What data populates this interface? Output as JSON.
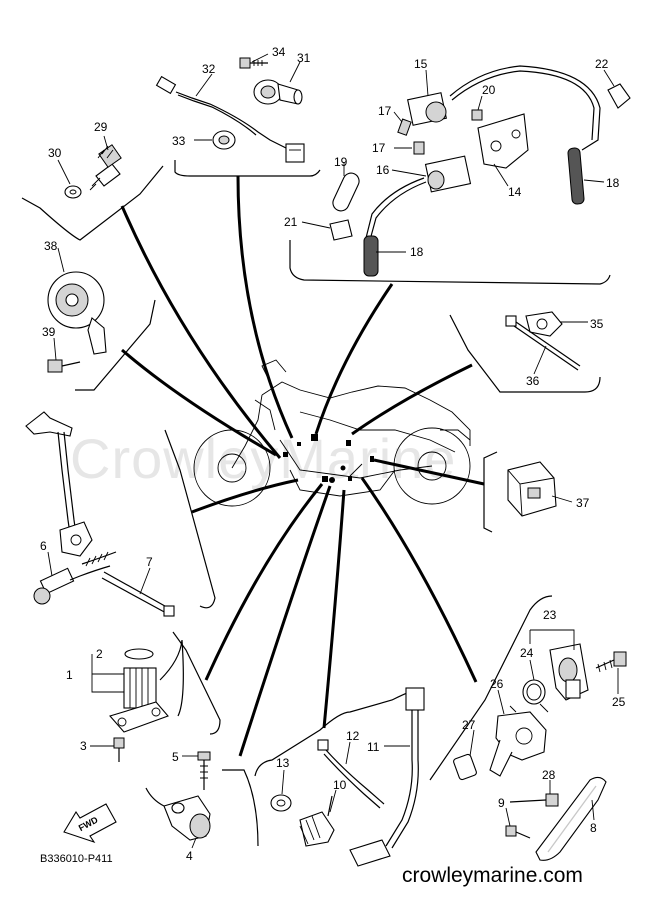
{
  "watermark": "CrowleyMarine",
  "diagram_code": "B336010-P411",
  "site_url": "crowleymarine.com",
  "forward_label": "FWD",
  "callouts": [
    {
      "id": "34",
      "label": "34"
    },
    {
      "id": "32",
      "label": "32"
    },
    {
      "id": "31",
      "label": "31"
    },
    {
      "id": "33",
      "label": "33"
    },
    {
      "id": "29",
      "label": "29"
    },
    {
      "id": "30",
      "label": "30"
    },
    {
      "id": "15",
      "label": "15"
    },
    {
      "id": "22",
      "label": "22"
    },
    {
      "id": "20",
      "label": "20"
    },
    {
      "id": "17a",
      "label": "17"
    },
    {
      "id": "17b",
      "label": "17"
    },
    {
      "id": "19",
      "label": "19"
    },
    {
      "id": "16",
      "label": "16"
    },
    {
      "id": "14",
      "label": "14"
    },
    {
      "id": "18a",
      "label": "18"
    },
    {
      "id": "18b",
      "label": "18"
    },
    {
      "id": "21",
      "label": "21"
    },
    {
      "id": "38",
      "label": "38"
    },
    {
      "id": "39",
      "label": "39"
    },
    {
      "id": "35",
      "label": "35"
    },
    {
      "id": "36",
      "label": "36"
    },
    {
      "id": "37",
      "label": "37"
    },
    {
      "id": "6",
      "label": "6"
    },
    {
      "id": "7",
      "label": "7"
    },
    {
      "id": "2",
      "label": "2"
    },
    {
      "id": "1",
      "label": "1"
    },
    {
      "id": "3",
      "label": "3"
    },
    {
      "id": "5",
      "label": "5"
    },
    {
      "id": "4",
      "label": "4"
    },
    {
      "id": "13",
      "label": "13"
    },
    {
      "id": "12",
      "label": "12"
    },
    {
      "id": "11",
      "label": "11"
    },
    {
      "id": "10",
      "label": "10"
    },
    {
      "id": "23",
      "label": "23"
    },
    {
      "id": "24",
      "label": "24"
    },
    {
      "id": "25",
      "label": "25"
    },
    {
      "id": "26",
      "label": "26"
    },
    {
      "id": "27",
      "label": "27"
    },
    {
      "id": "28",
      "label": "28"
    },
    {
      "id": "9",
      "label": "9"
    },
    {
      "id": "8",
      "label": "8"
    }
  ]
}
